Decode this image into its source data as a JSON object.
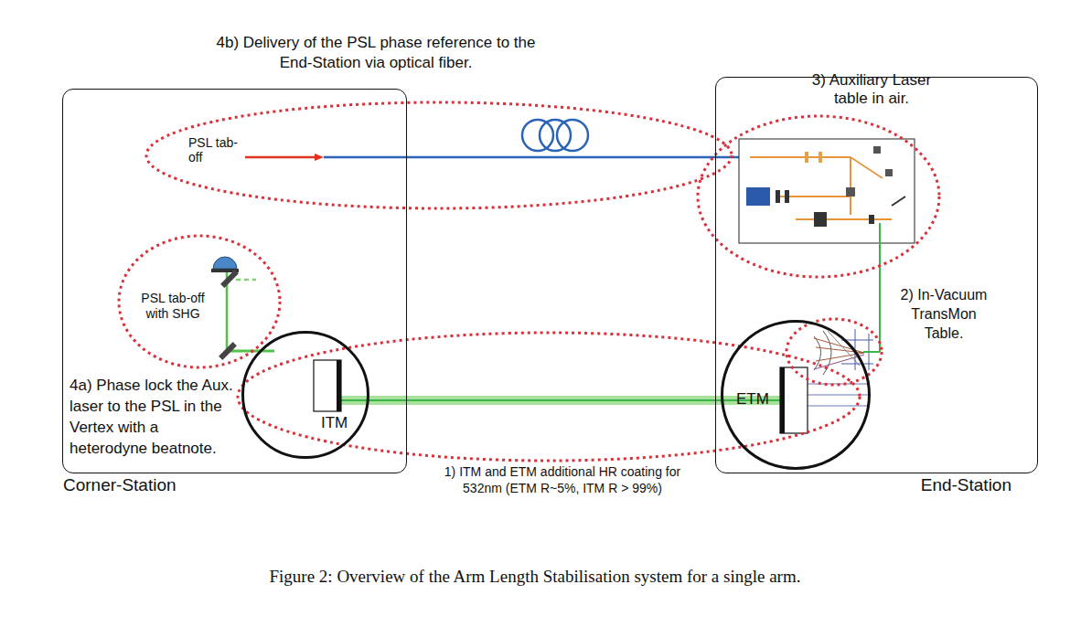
{
  "diagram": {
    "caption": "Figure 2: Overview of the Arm Length Stabilisation system for a single arm.",
    "nodes": [
      {
        "text": [
          "Corner-Station"
        ]
      },
      {
        "text": [
          "End-Station"
        ]
      },
      {
        "text": [
          "ITM"
        ],
        "in": 0
      },
      {
        "text": [
          "ETM"
        ],
        "in": 1
      }
    ],
    "edges": [
      {
        "from": 2,
        "to": 3,
        "arrow": "none"
      }
    ],
    "labels": [
      "4b) Delivery of the PSL phase reference to the End-Station via optical fiber.",
      "PSL tab-off",
      "PSL tab-off with SHG",
      "4a) Phase lock the Aux. laser to the PSL in the Vertex with a heterodyne beatnote.",
      "1) ITM and ETM additional HR coating for 532nm (ETM R~5%, ITM R > 99%)",
      "3) Auxiliary Laser table in air.",
      "2) In-Vacuum TransMon Table."
    ]
  }
}
